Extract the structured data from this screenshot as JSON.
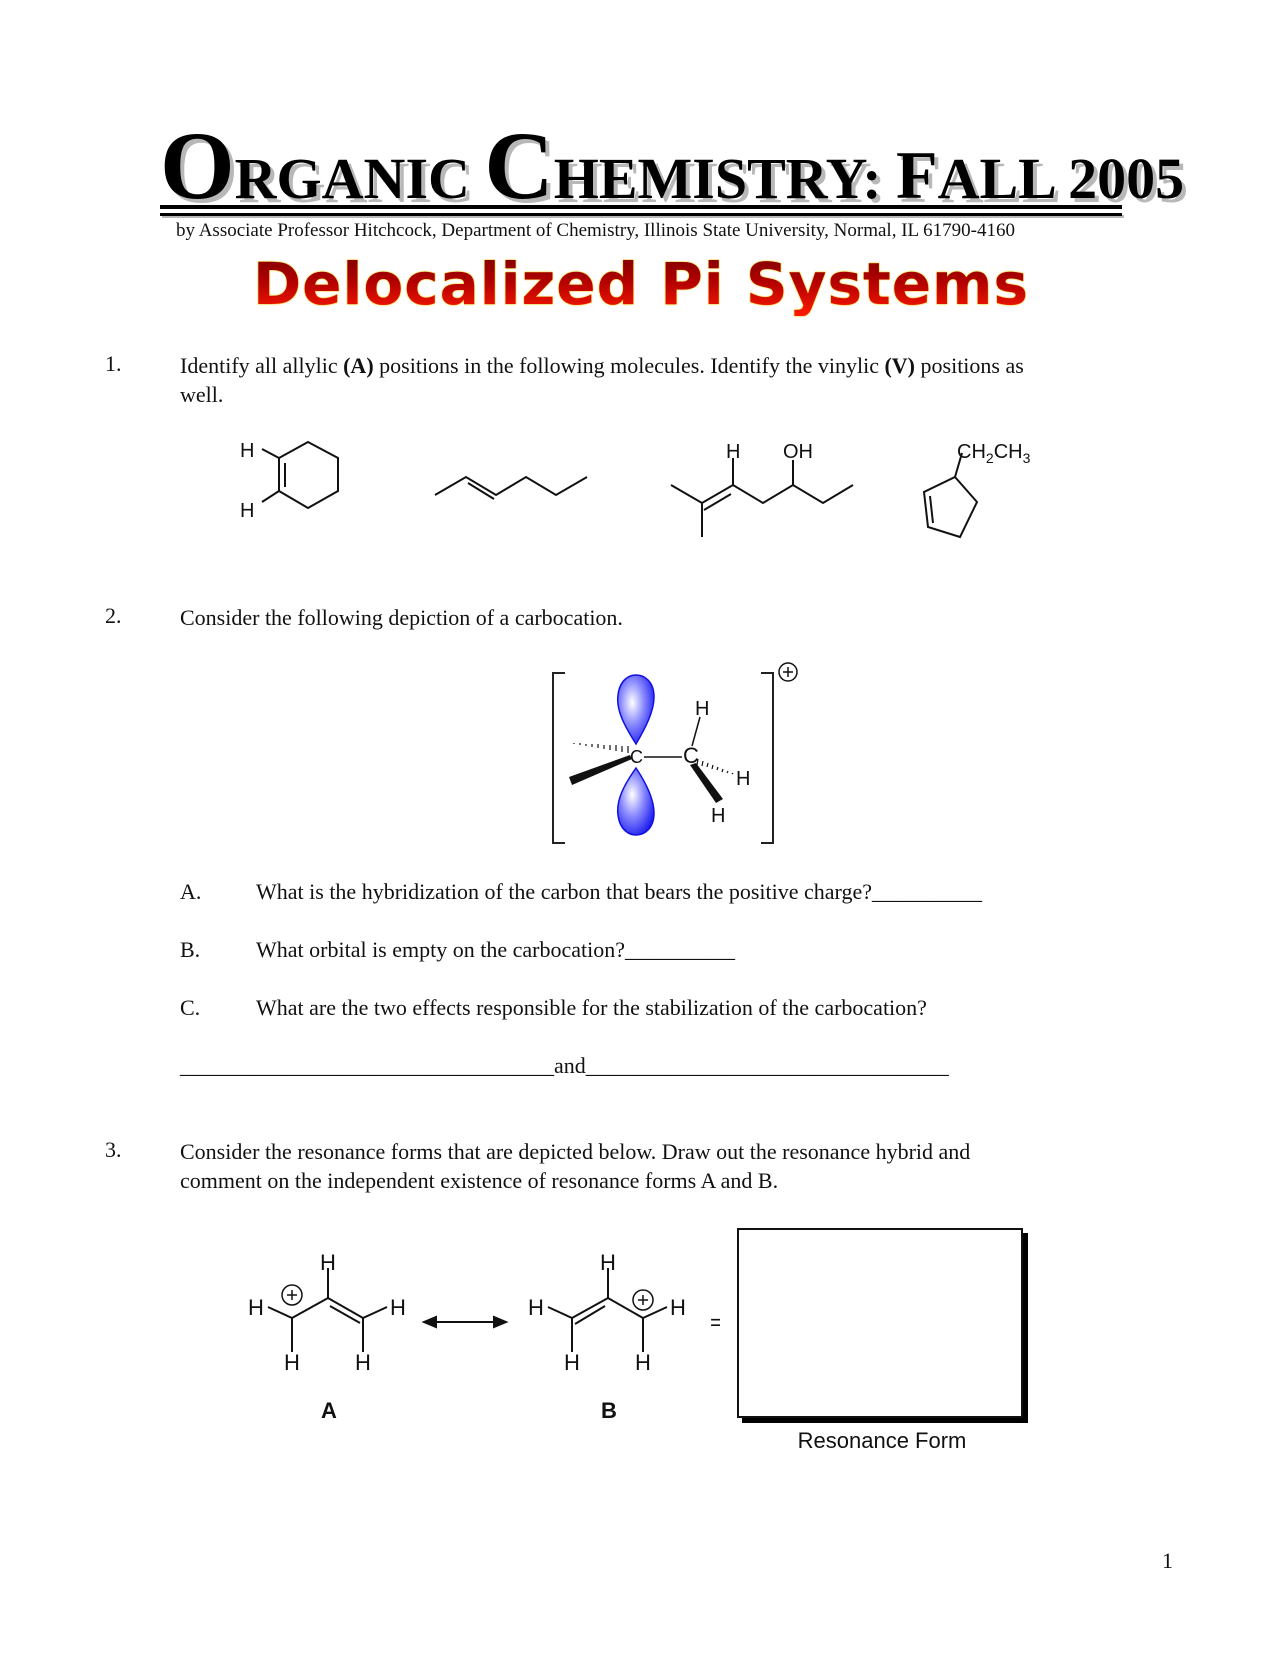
{
  "header": {
    "title_parts": [
      {
        "text": "O",
        "size": "big"
      },
      {
        "text": "RGANIC ",
        "size": "sm"
      },
      {
        "text": "C",
        "size": "big"
      },
      {
        "text": "HEMISTRY: ",
        "size": "sm"
      },
      {
        "text": "F",
        "size": "mid"
      },
      {
        "text": "ALL ",
        "size": "sm"
      },
      {
        "text": "2005",
        "size": "mid"
      }
    ],
    "title_full": "ORGANIC CHEMISTRY: FALL 2005",
    "byline": "by Associate Professor Hitchcock, Department of Chemistry, Illinois State University, Normal, IL 61790-4160",
    "topic": "Delocalized Pi Systems",
    "topic_colors": {
      "top": "#7a0000",
      "bottom": "#ff1a00",
      "outline": "#f5c400"
    }
  },
  "questions": {
    "q1": {
      "number": "1.",
      "line1_pre": "Identify all allylic ",
      "line1_bold1": "(A)",
      "line1_mid": " positions in the following molecules.  Identify the vinylic ",
      "line1_bold2": "(V)",
      "line1_post": " positions as",
      "line2": "well.",
      "molecules": [
        {
          "name": "cyclohexene",
          "labels": [
            "H",
            "H"
          ]
        },
        {
          "name": "2-hexene",
          "labels": []
        },
        {
          "name": "methyl-heptenol",
          "labels": [
            "H",
            "OH"
          ]
        },
        {
          "name": "ethylcyclopentene",
          "labels": [
            "CH2CH3"
          ]
        }
      ]
    },
    "q2": {
      "number": "2.",
      "text": "Consider the following depiction of a carbocation.",
      "figure": {
        "atoms": [
          "C",
          "C",
          "H",
          "H",
          "H"
        ],
        "charge": "+",
        "orbital_color": "#1a1aff"
      },
      "subs": [
        {
          "letter": "A.",
          "text": "What is the hybridization of the carbon that bears the positive charge?__________"
        },
        {
          "letter": "B.",
          "text": "What orbital is empty on the carbocation?__________"
        },
        {
          "letter": "C.",
          "text": "What are the two effects responsible for the stabilization of the carbocation?"
        }
      ],
      "answer_line": "__________________________________and_________________________________"
    },
    "q3": {
      "number": "3.",
      "line1": "Consider the resonance forms that are depicted below.  Draw out the resonance hybrid and",
      "line2": "comment on the independent existence of resonance forms A and B.",
      "form_a_label": "A",
      "form_b_label": "B",
      "equals": "=",
      "box_label": "Resonance Form"
    }
  },
  "footer": {
    "page_number": "1"
  }
}
